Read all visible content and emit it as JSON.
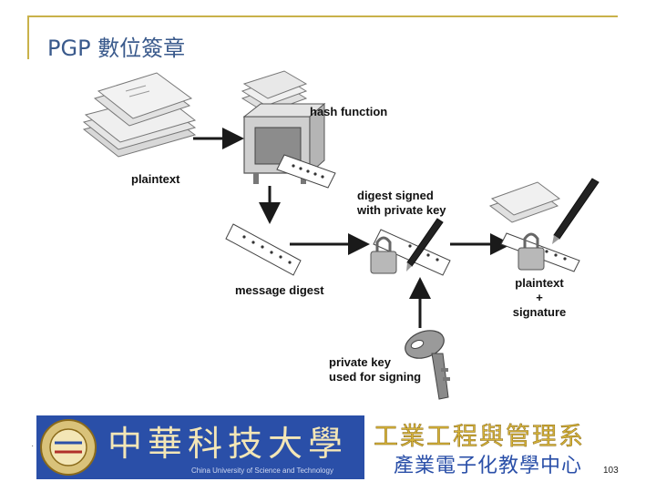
{
  "slide": {
    "title": "PGP 數位簽章",
    "page_number": "103"
  },
  "diagram": {
    "labels": {
      "hash_function": "hash function",
      "plaintext": "plaintext",
      "digest_signed_line1": "digest signed",
      "digest_signed_line2": "with private key",
      "message_digest": "message digest",
      "result_line1": "plaintext",
      "result_line2": "+",
      "result_line3": "signature",
      "private_key_line1": "private key",
      "private_key_line2": "used for signing"
    }
  },
  "banner": {
    "university_name_cn": "中華科技大學",
    "university_name_en": "China University of Science and Technology",
    "dept_line1": "工業工程與管理系",
    "dept_line2": "產業電子化教學中心"
  },
  "colors": {
    "title": "#3a5a8c",
    "frame": "#c9b24a",
    "banner_blue": "#2a4fa8",
    "banner_gold": "#d6b43a"
  }
}
